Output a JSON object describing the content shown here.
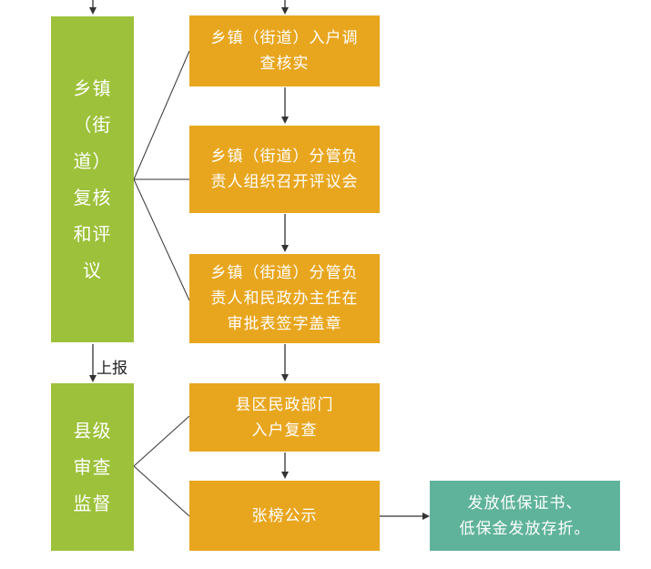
{
  "left": {
    "review": "乡镇\n（街\n道）\n复核\n和评\n议",
    "county": "县级\n审查\n监督"
  },
  "report_label": "上报",
  "steps": {
    "s1": "乡镇（街道）入户调\n查核实",
    "s2": "乡镇（街道）分管负\n责人组织召开评议会",
    "s3": "乡镇（街道）分管负\n责人和民政办主任在\n审批表签字盖章",
    "s4": "县区民政部门\n入户复查",
    "s5": "张榜公示"
  },
  "final": "发放低保证书、\n低保金发放存折。",
  "colors": {
    "green": "#9dc13a",
    "orange": "#e8a61f",
    "teal": "#5fb39a"
  }
}
